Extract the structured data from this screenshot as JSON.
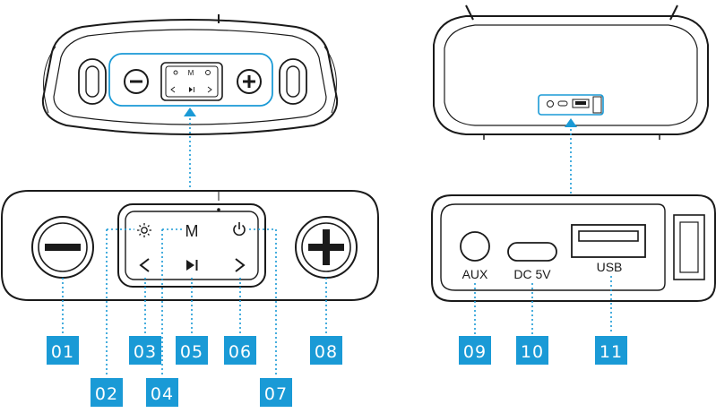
{
  "colors": {
    "callout_fill": "#1a9ad6",
    "callout_line": "#1a9ad6",
    "callout_text": "#ffffff",
    "outline": "#1a1a1a",
    "panel_fill": "#ffffff"
  },
  "icons": {
    "light": "sun-icon",
    "mode": "mode-letter-icon",
    "prev": "chevron-left-icon",
    "play_pause": "play-pause-icon",
    "next": "chevron-right-icon",
    "power": "power-icon",
    "minus": "minus-icon",
    "plus": "plus-icon"
  },
  "buttons": {
    "mode_label": "M"
  },
  "ports": {
    "aux": "AUX",
    "dc": "DC 5V",
    "usb": "USB"
  },
  "callouts": [
    "01",
    "02",
    "03",
    "04",
    "05",
    "06",
    "07",
    "08",
    "09",
    "10",
    "11"
  ]
}
